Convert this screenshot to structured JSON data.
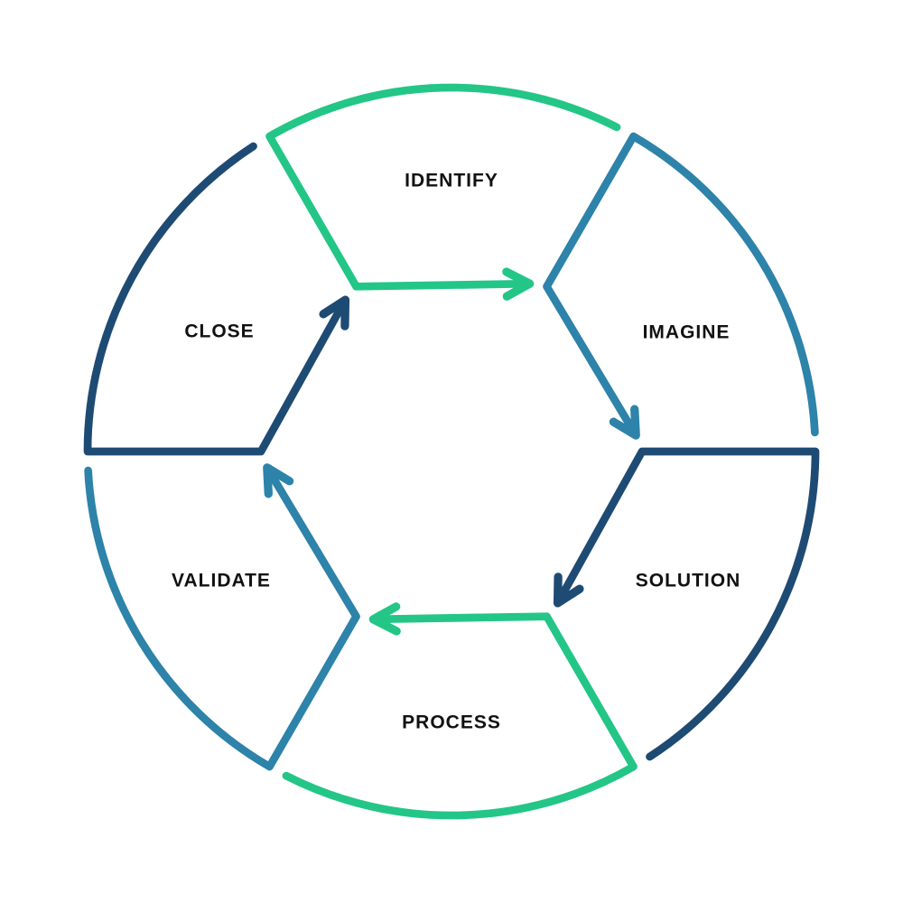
{
  "diagram": {
    "type": "circular-process-cycle",
    "flow_direction": "clockwise",
    "background_color": "#ffffff",
    "label_color": "#111111",
    "palette": {
      "green": "#23c687",
      "blue": "#2d83a9",
      "navy": "#1e4b73"
    },
    "steps": [
      {
        "label": "IDENTIFY",
        "color": "#23c687",
        "arrow_to": "IMAGINE"
      },
      {
        "label": "IMAGINE",
        "color": "#2d83a9",
        "arrow_to": "SOLUTION"
      },
      {
        "label": "SOLUTION",
        "color": "#1e4b73",
        "arrow_to": "PROCESS"
      },
      {
        "label": "PROCESS",
        "color": "#23c687",
        "arrow_to": "VALIDATE"
      },
      {
        "label": "VALIDATE",
        "color": "#2d83a9",
        "arrow_to": "CLOSE"
      },
      {
        "label": "CLOSE",
        "color": "#1e4b73",
        "arrow_to": "IDENTIFY"
      }
    ]
  }
}
